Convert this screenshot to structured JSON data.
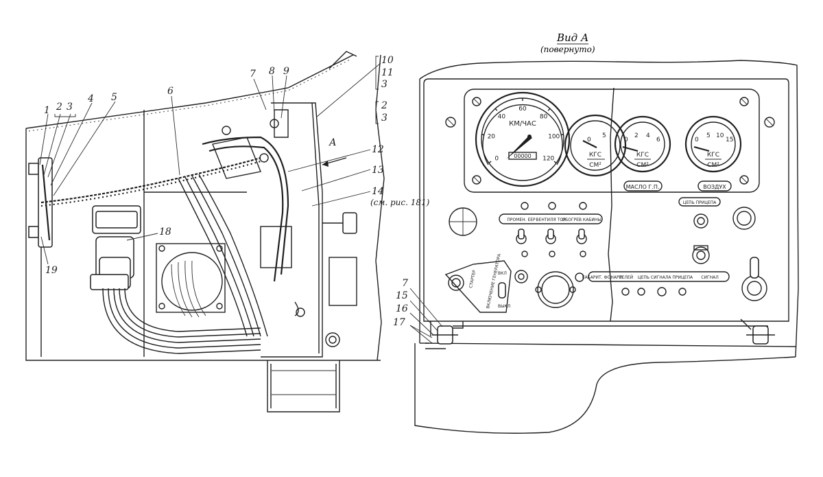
{
  "view_title": "Вид А",
  "view_subtitle": "(повернуто)",
  "callouts": {
    "c1": "1",
    "c2a": "2",
    "c3a": "3",
    "c4": "4",
    "c5": "5",
    "c6": "6",
    "c7a": "7",
    "c8": "8",
    "c9": "9",
    "c10": "10",
    "c11": "11",
    "c3b": "3",
    "c2b": "2",
    "c3c": "3",
    "c12": "12",
    "c13": "13",
    "c14": "14",
    "c14_ref": "(см. рис. 181)",
    "c18": "18",
    "c19": "19",
    "arrow_a": "А",
    "c7b": "7",
    "c15": "15",
    "c16": "16",
    "c17": "17"
  },
  "speedometer": {
    "unit": "КМ/ЧАС",
    "ticks": [
      "0",
      "20",
      "40",
      "60",
      "80",
      "100",
      "120"
    ],
    "odometer": "00000"
  },
  "gauge_oil": {
    "ticks": [
      "0",
      "2",
      "4",
      "6"
    ],
    "unit_top": "КГС",
    "unit_bottom": "СМ²",
    "plate": "МАСЛО Г.П."
  },
  "gauge_air": {
    "ticks": [
      "0",
      "5",
      "10",
      "15"
    ],
    "unit_top": "КГС",
    "unit_bottom": "СМ²",
    "plate": "ВОЗДУХ"
  },
  "gauge_small": {
    "ticks": [
      "0",
      "5"
    ],
    "unit_top": "КГС",
    "unit_bottom": "СМ²"
  },
  "plates": {
    "top_row": [
      "ПРОМЕН. ЕЕР",
      "ВЕНТИЛЯ ТОР",
      "ОБОГРЕВ КАБИНЫ"
    ],
    "bottom_row": [
      "ГАБАРИТ. ФОНАРИ",
      "ТЕЛЕЙ",
      "ЦЕПЬ СИГНАЛА ПРИЦЕПА",
      "СИГНАЛ"
    ],
    "right_top": "ЦЕПЬ ПРИЦЕПА",
    "starter_left": "СТАРТЕР",
    "starter_right": "ВКЛЮЧЕНИЕ ГЕНЕРАТОРА",
    "switch_on": "ВКЛ",
    "switch_off": "ВЫКЛ"
  }
}
